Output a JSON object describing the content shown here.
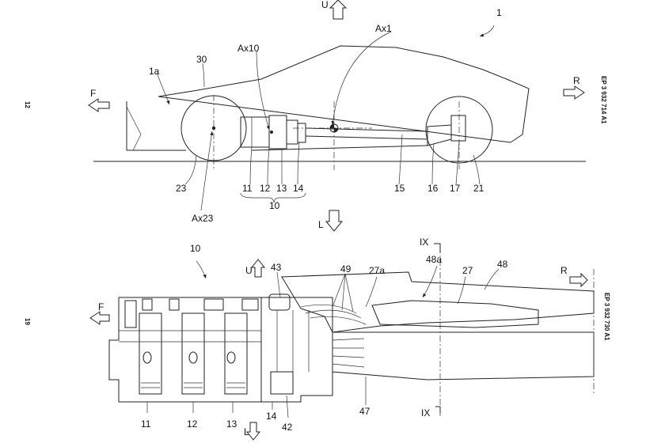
{
  "figure_top": {
    "ref_main": "1",
    "ref_car": "1a",
    "ref_body": "30",
    "axis_ax1": "Ax1",
    "axis_ax10": "Ax10",
    "axis_ax23": "Ax23",
    "parts": [
      "11",
      "12",
      "13",
      "14",
      "15",
      "16",
      "17",
      "21",
      "23"
    ],
    "group_label": "10",
    "dir_up": "U",
    "dir_front": "F",
    "dir_rear": "R",
    "dir_left": "L",
    "side_text_right": "EP 3 932 714 A1",
    "page_number_left": "12"
  },
  "figure_bottom": {
    "ref_main": "10",
    "parts_bottom": [
      "11",
      "12",
      "13",
      "14",
      "42",
      "47"
    ],
    "parts_top": [
      "43",
      "49",
      "27a",
      "48a",
      "27",
      "48"
    ],
    "section_top": "IX",
    "section_bottom": "IX",
    "dir_up": "U",
    "dir_front": "F",
    "dir_rear": "R",
    "dir_left": "L",
    "side_text_right": "EP 3 932 730 A1",
    "page_number_left": "19"
  }
}
